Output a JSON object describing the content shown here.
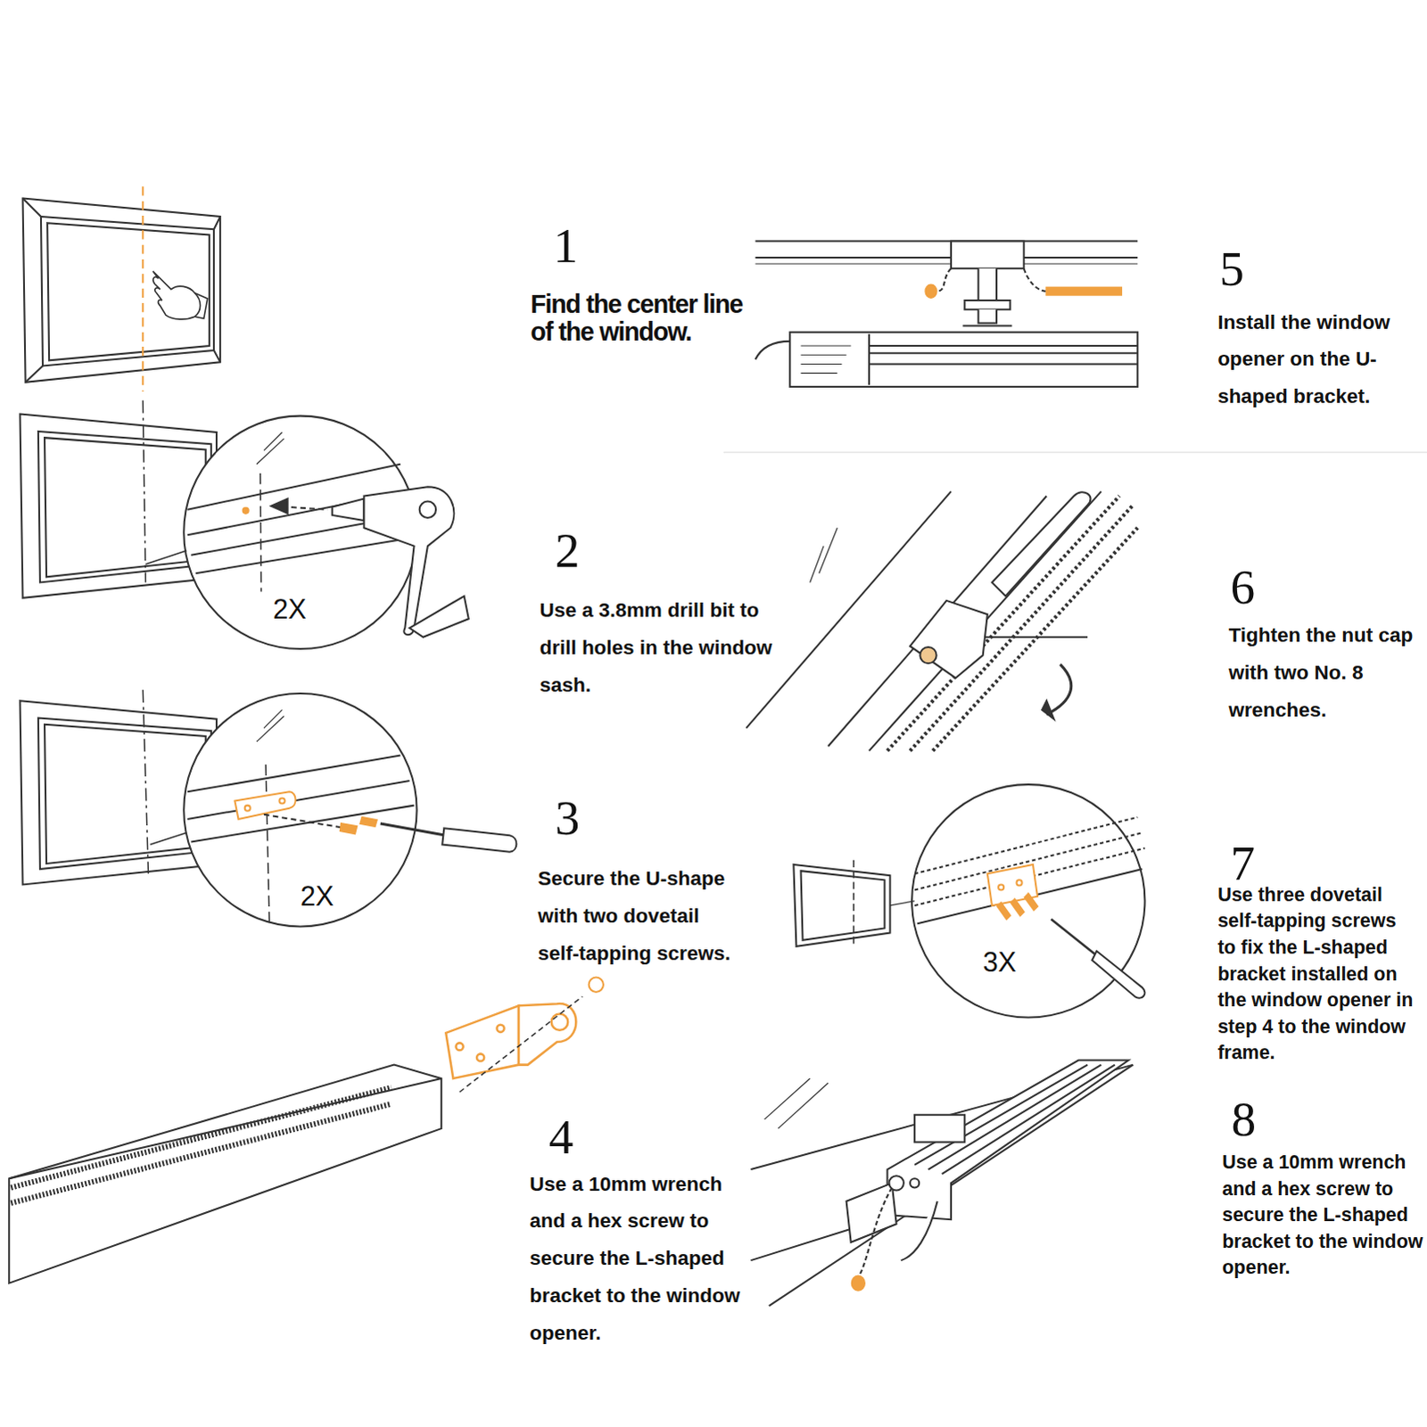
{
  "diagram": {
    "labels": [
      "1",
      "Find the center line of the window.",
      "5",
      "Install the window opener on the U-shaped bracket.",
      "2",
      "Use a 3.8mm drill bit to drill holes in the window sash.",
      "2X",
      "6",
      "Tighten the nut cap with two No. 8 wrenches.",
      "3",
      "Secure the U-shape with two dovetail self-tapping screws.",
      "2X",
      "7",
      "Use three dovetail self-tapping screws to fix the L-shaped bracket installed on the window opener in step 4 to the window frame.",
      "3X",
      "4",
      "Use a 10mm wrench and a hex screw to secure the L-shaped bracket to the window opener.",
      "8",
      "Use a 10mm wrench and a hex screw to secure the L-shaped bracket to the window opener."
    ]
  }
}
